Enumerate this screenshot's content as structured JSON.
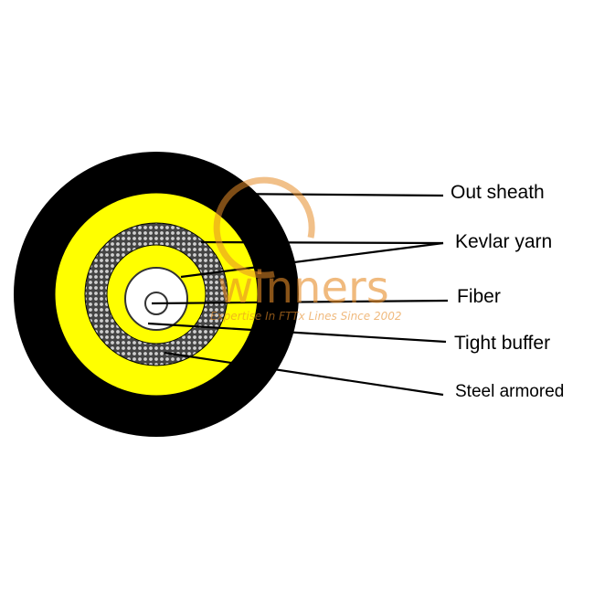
{
  "labels": {
    "out_sheath": "Out sheath",
    "kevlar_yarn": "Kevlar yarn",
    "fiber": "Fiber",
    "tight_buffer": "Tight buffer",
    "steel_armored": "Steel armored"
  },
  "watermark": {
    "brand": "winners",
    "tagline": "Expertise In FTTx Lines Since 2002"
  },
  "colors": {
    "sheath": "#000000",
    "kevlar": "#ffff00",
    "armor": "#8a8a8a",
    "buffer": "#ffffff",
    "watermark": "#e68c28"
  }
}
